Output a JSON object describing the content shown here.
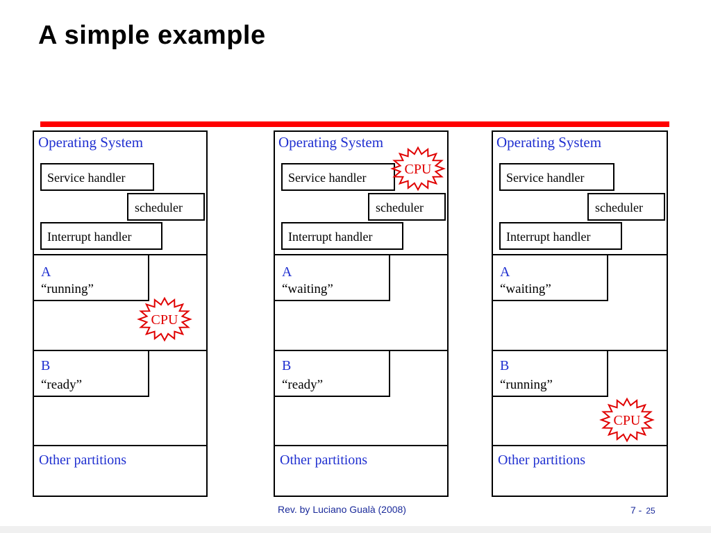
{
  "slide": {
    "title": "A simple example",
    "footer": "Rev. by Luciano Gualà (2008)",
    "page_prefix": "7 -",
    "page_number": "25"
  },
  "panels": [
    {
      "os_label": "Operating System",
      "service_handler": "Service handler",
      "scheduler": "scheduler",
      "interrupt_handler": "Interrupt handler",
      "a_name": "A",
      "a_state": "“running”",
      "b_name": "B",
      "b_state": "“ready”",
      "other": "Other partitions",
      "cpu_label": "CPU",
      "cpu_location": "process-A"
    },
    {
      "os_label": "Operating System",
      "service_handler": "Service handler",
      "scheduler": "scheduler",
      "interrupt_handler": "Interrupt handler",
      "a_name": "A",
      "a_state": "“waiting”",
      "b_name": "B",
      "b_state": "“ready”",
      "other": "Other partitions",
      "cpu_label": "CPU",
      "cpu_location": "service-handler"
    },
    {
      "os_label": "Operating System",
      "service_handler": "Service handler",
      "scheduler": "scheduler",
      "interrupt_handler": "Interrupt handler",
      "a_name": "A",
      "a_state": "“waiting”",
      "b_name": "B",
      "b_state": "“running”",
      "other": "Other partitions",
      "cpu_label": "CPU",
      "cpu_location": "process-B"
    }
  ],
  "colors": {
    "accent_rule": "#ff0000",
    "label_blue": "#1f2fd0",
    "cpu_red": "#e00000"
  }
}
